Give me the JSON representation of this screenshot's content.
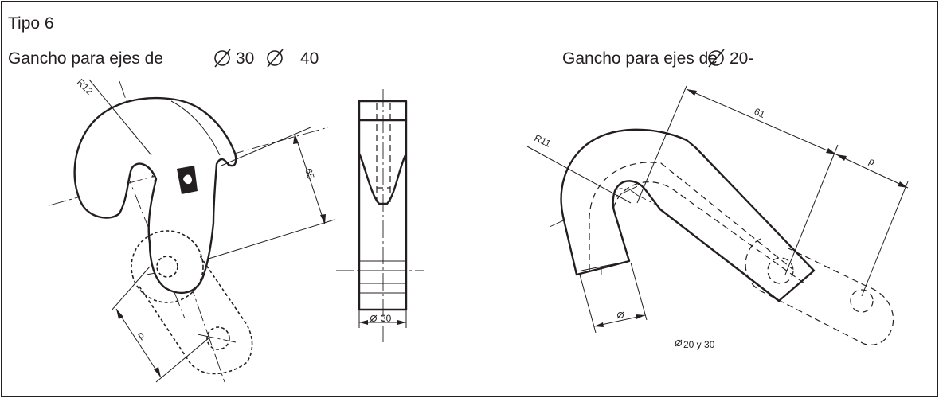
{
  "header": {
    "type_label": "Tipo 6",
    "left_title": "Gancho para ejes de",
    "left_values": "30",
    "left_values_2": "40",
    "right_title": "Gancho para ejes de",
    "right_values": "20-"
  },
  "left_view": {
    "radius_label": "R12",
    "dim_height": "65",
    "dim_pitch": "p"
  },
  "side_view": {
    "dim_width": "30"
  },
  "right_view": {
    "radius_label": "R11",
    "dim_length": "61",
    "dim_pitch": "p",
    "dim_diameter": "",
    "note": "20 y 30"
  },
  "symbols": {
    "diameter": "diameter-icon"
  }
}
